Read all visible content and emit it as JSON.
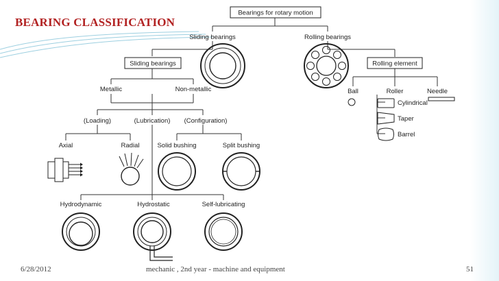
{
  "slide": {
    "title": "BEARING CLASSIFICATION",
    "footer_date": "6/28/2012",
    "footer_center": "mechanic , 2nd year - machine and equipment",
    "footer_page": "51",
    "title_color": "#b22222",
    "accent_color": "#cfe9f2"
  },
  "diagram": {
    "root": "Bearings for rotary motion",
    "sliding_top": "Sliding bearings",
    "rolling_top": "Rolling bearings",
    "sliding_box": "Sliding bearings",
    "rolling_element": "Rolling element",
    "metallic": "Metallic",
    "non_metallic": "Non-metallic",
    "loading": "(Loading)",
    "lubrication": "(Lubrication)",
    "configuration": "(Configuration)",
    "axial": "Axial",
    "radial": "Radial",
    "solid_bushing": "Solid bushing",
    "split_bushing": "Split bushing",
    "hydrodynamic": "Hydrodynamic",
    "hydrostatic": "Hydrostatic",
    "self_lubricating": "Self-lubricating",
    "ball": "Ball",
    "roller": "Roller",
    "needle": "Needle",
    "cylindrical": "Cylindrical",
    "taper": "Taper",
    "barrel": "Barrel"
  }
}
